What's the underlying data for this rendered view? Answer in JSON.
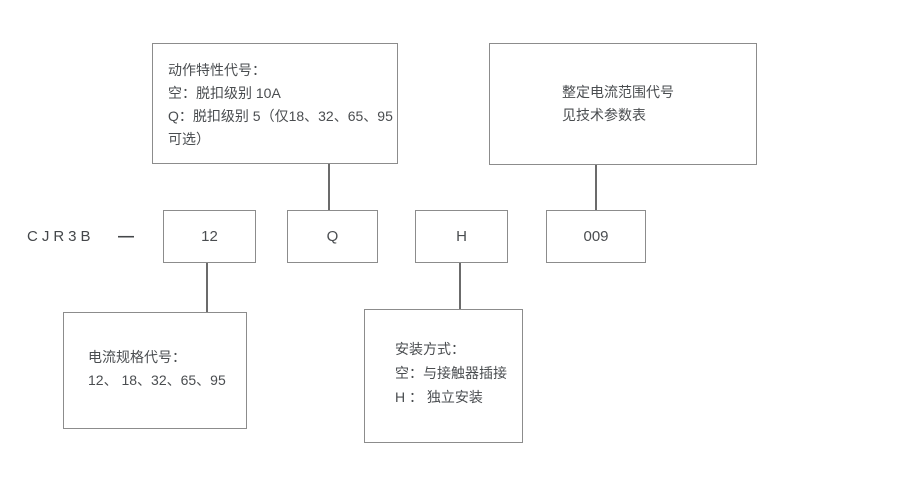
{
  "diagram": {
    "prefix": "CJR3B",
    "separator": "—",
    "code_boxes": [
      {
        "value": "12"
      },
      {
        "value": "Q"
      },
      {
        "value": "H"
      },
      {
        "value": "009"
      }
    ],
    "callouts": {
      "action_characteristic": {
        "lines": [
          "动作特性代号：",
          "空：脱扣级别 10A",
          "Q：脱扣级别 5（仅18、32、65、95",
          "可选）"
        ]
      },
      "current_range": {
        "lines": [
          "整定电流范围代号",
          "见技术参数表"
        ]
      },
      "current_spec": {
        "lines": [
          "电流规格代号：",
          "12、 18、32、65、95"
        ]
      },
      "mounting": {
        "lines": [
          "安装方式：",
          "空：与接触器插接",
          "H ： 独立安装"
        ]
      }
    },
    "colors": {
      "border": "#8c8c8c",
      "connector": "#6b6b6b",
      "text": "#4a4d50",
      "background": "#ffffff"
    }
  }
}
